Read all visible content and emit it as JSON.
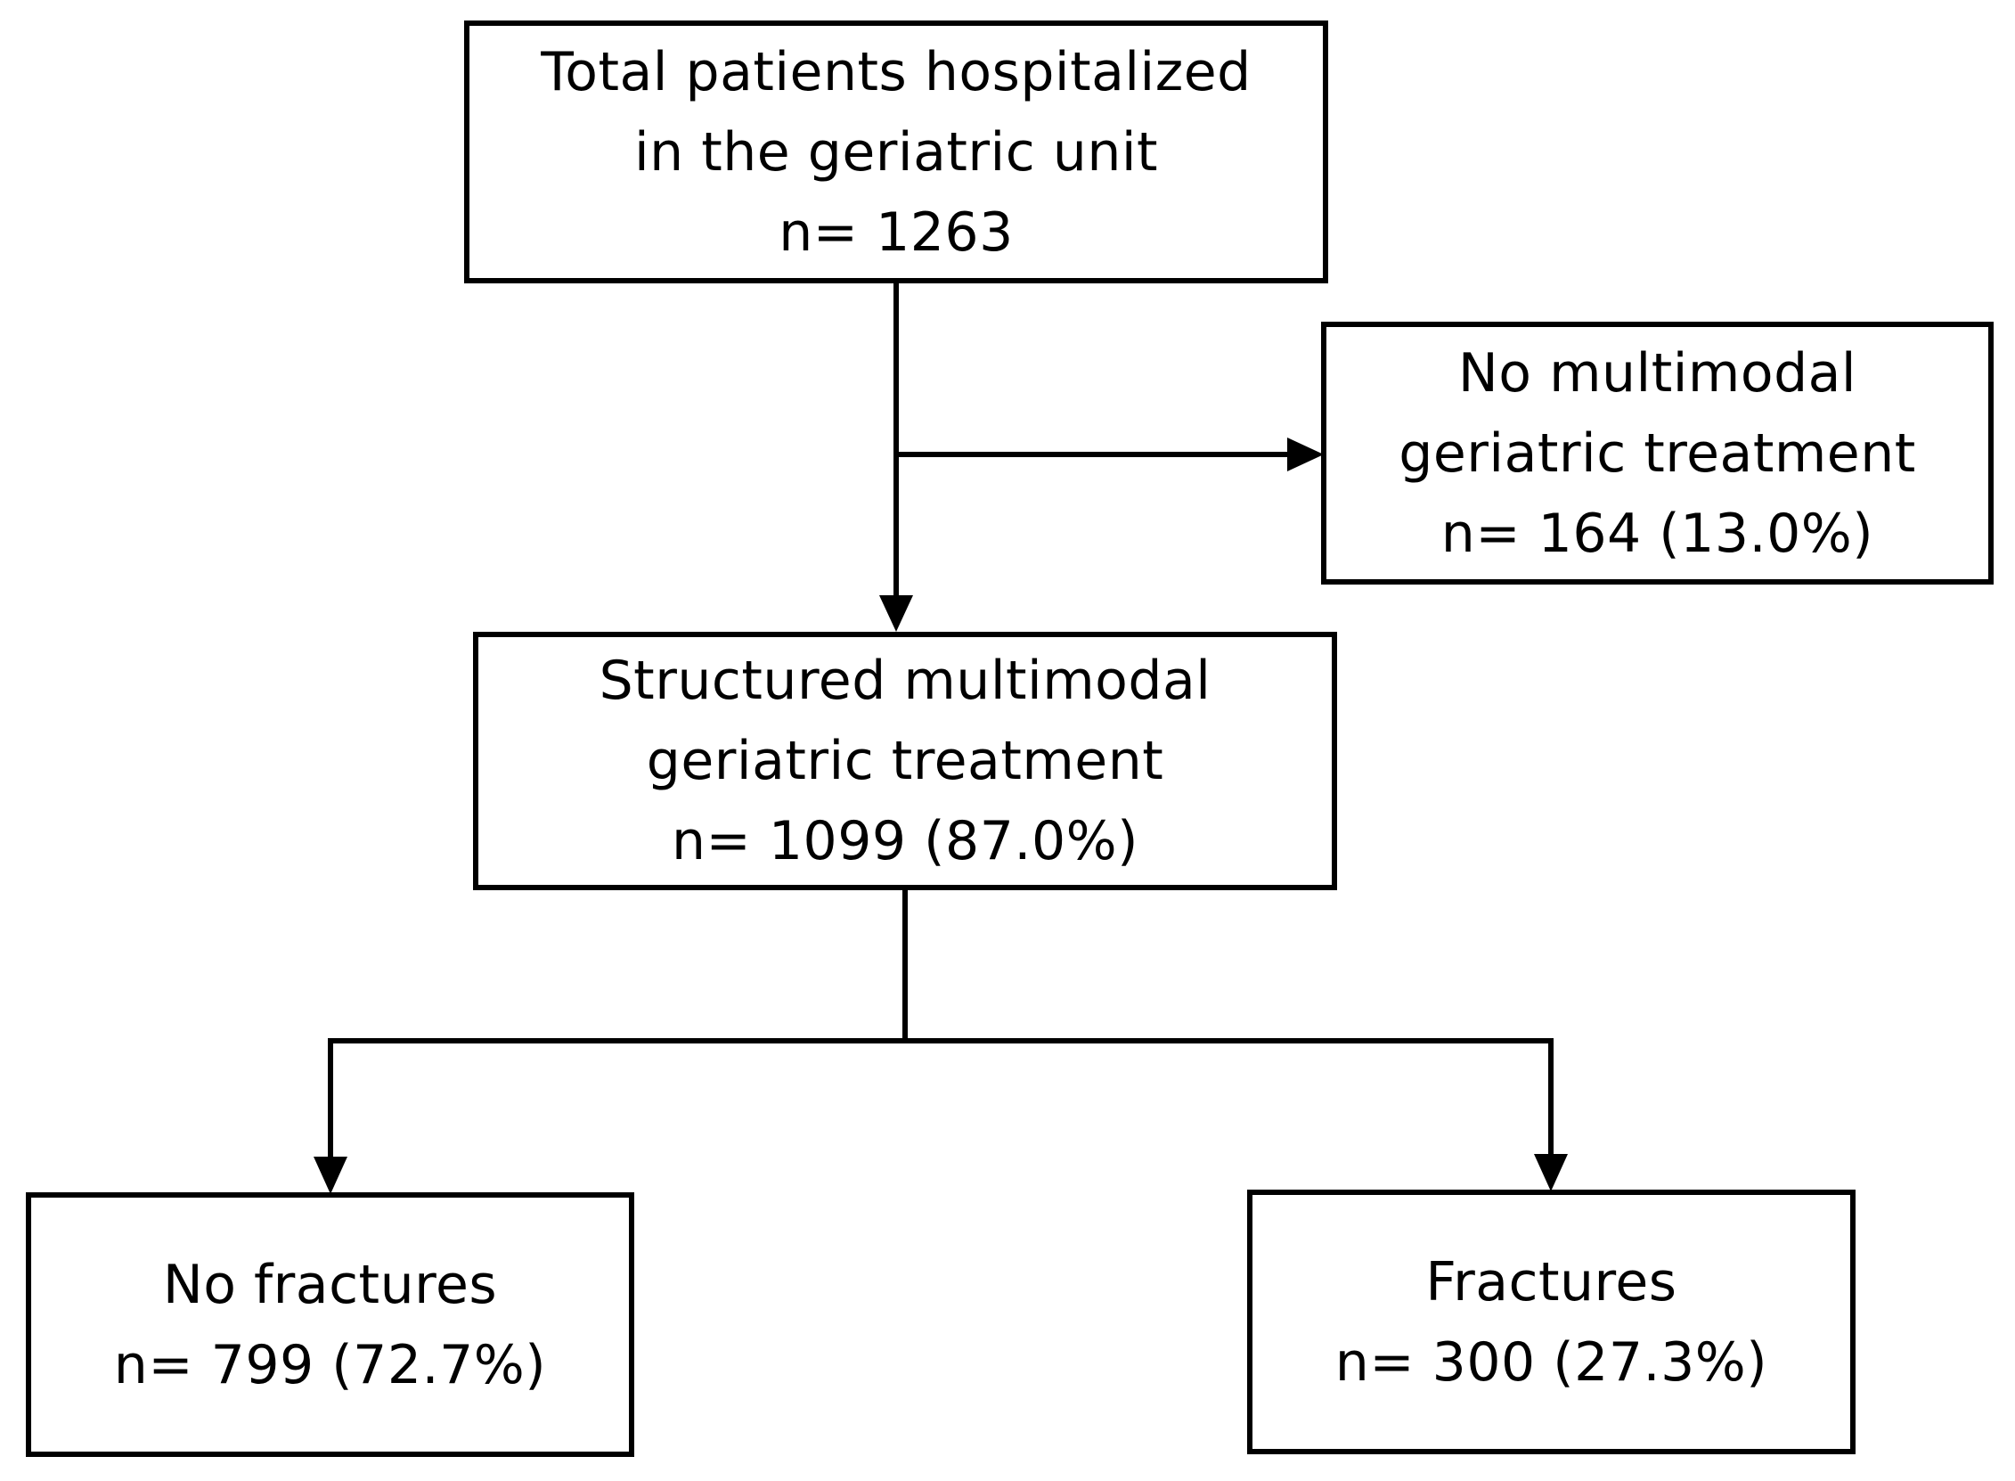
{
  "flowchart": {
    "total": {
      "lines": [
        "Total patients hospitalized",
        "in the geriatric unit",
        "n= 1263"
      ]
    },
    "no_multimodal": {
      "lines": [
        "No multimodal",
        "geriatric treatment",
        "n= 164 (13.0%)"
      ]
    },
    "structured": {
      "lines": [
        "Structured multimodal",
        "geriatric treatment",
        "n= 1099 (87.0%)"
      ]
    },
    "no_fractures": {
      "lines": [
        "No fractures",
        "n= 799 (72.7%)"
      ]
    },
    "fractures": {
      "lines": [
        "Fractures",
        "n= 300 (27.3%)"
      ]
    }
  },
  "colors": {
    "stroke": "#000000",
    "background": "#ffffff"
  }
}
